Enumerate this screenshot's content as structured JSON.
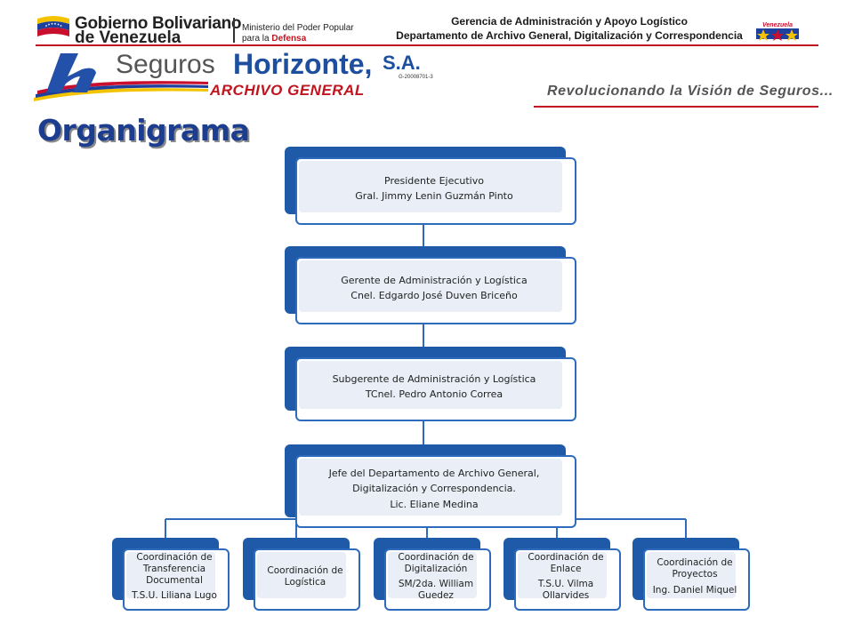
{
  "header": {
    "gov_line1": "Gobierno Bolivariano",
    "gov_line2": "de Venezuela",
    "ministry_line1": "Ministerio del Poder Popular",
    "ministry_line2_prefix": "para la ",
    "ministry_line2_bold": "Defensa",
    "right_line1": "Gerencia de Administración y Apoyo Logístico",
    "right_line2": "Departamento de Archivo General, Digitalización y Correspondencia",
    "vz_logo_text": "Venezuela"
  },
  "brand": {
    "seguros": "Seguros",
    "horizonte": "Horizonte,",
    "sa": "S.A.",
    "rif": "G-20008701-3",
    "archivo": "ARCHIVO GENERAL",
    "slogan": "Revolucionando la Visión de Seguros..."
  },
  "page_title": "Organigrama",
  "colors": {
    "accent_blue": "#1f5aa8",
    "border_blue": "#2f6bbd",
    "node_fill": "#e9eef7",
    "brand_red": "#c0141e",
    "title_blue": "#1d3d8f"
  },
  "org": {
    "levels": [
      {
        "lines": [
          "Presidente Ejecutivo",
          "Gral. Jimmy Lenin Guzmán Pinto"
        ]
      },
      {
        "lines": [
          "Gerente de Administración y Logística",
          "Cnel. Edgardo José Duven Briceño"
        ]
      },
      {
        "lines": [
          "Subgerente de Administración y Logística",
          "TCnel. Pedro Antonio Correa"
        ]
      },
      {
        "lines": [
          "Jefe del Departamento de Archivo General,",
          "Digitalización y Correspondencia.",
          "Lic. Eliane Medina"
        ]
      }
    ],
    "coordinations": [
      {
        "title": "Coordinación de Transferencia Documental",
        "person": "T.S.U. Liliana Lugo"
      },
      {
        "title": "Coordinación de Logística",
        "person": ""
      },
      {
        "title": "Coordinación de Digitalización",
        "person": "SM/2da. William Guedez"
      },
      {
        "title": "Coordinación de Enlace",
        "person": "T.S.U. Vilma Ollarvides"
      },
      {
        "title": "Coordinación de Proyectos",
        "person": "Ing. Daniel Miquel"
      }
    ]
  }
}
